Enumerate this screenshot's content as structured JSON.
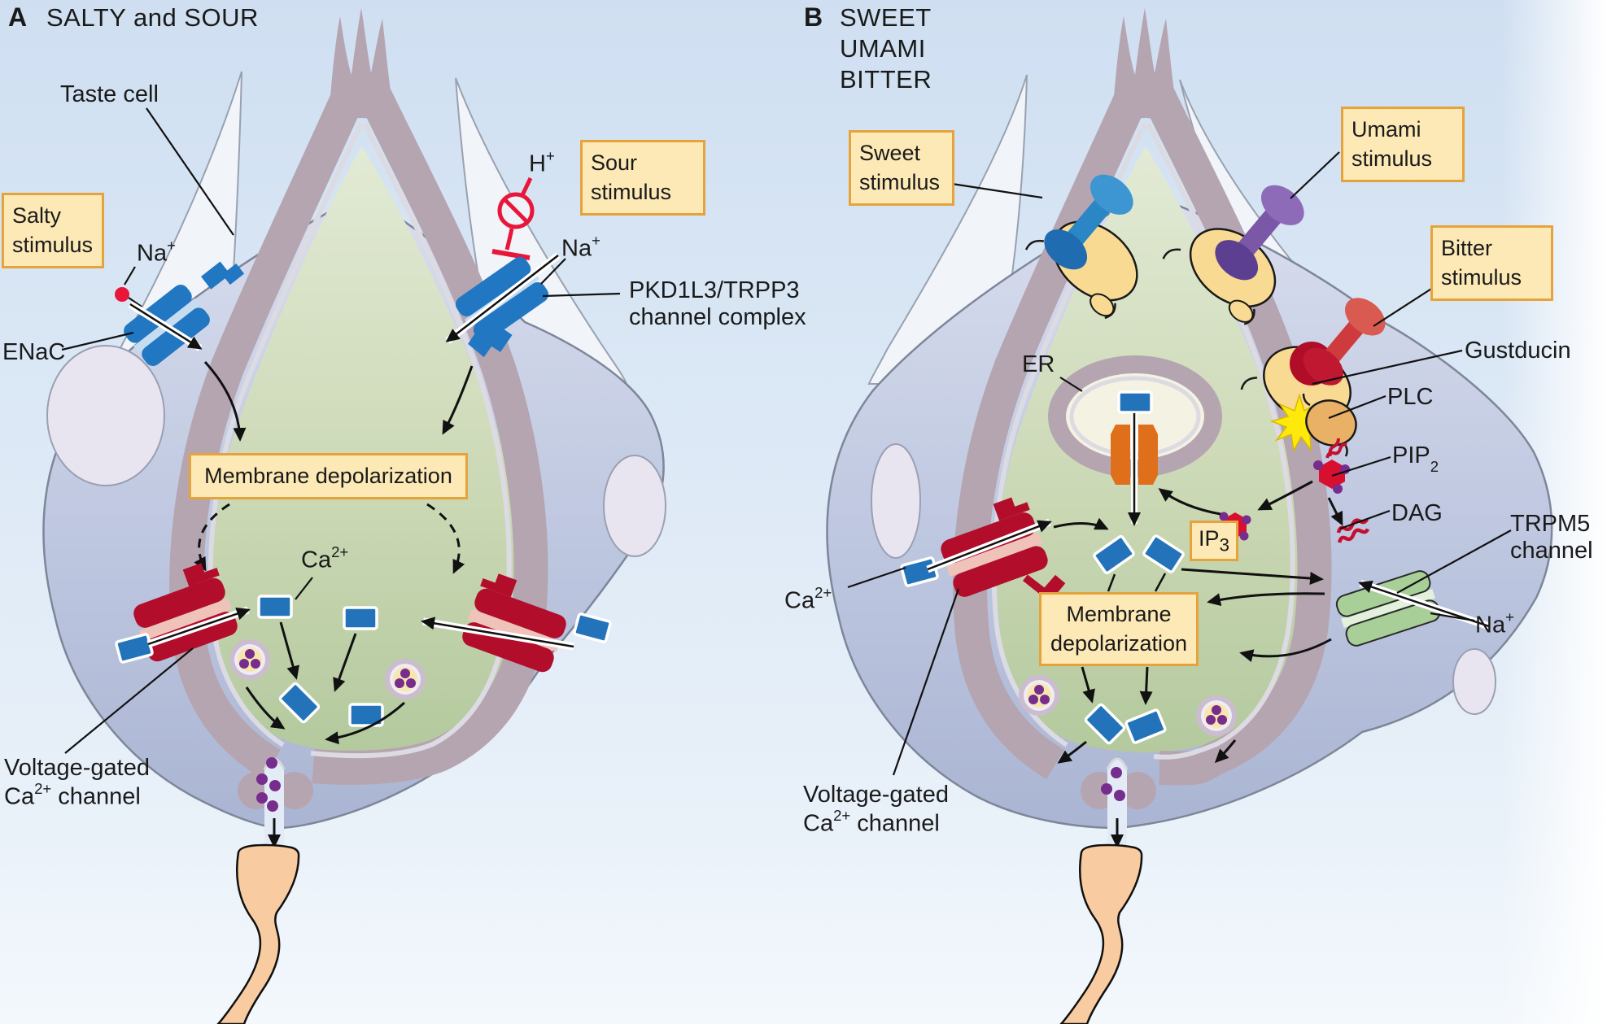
{
  "figure": {
    "type": "taste-transduction-diagram",
    "panel_count": 2
  },
  "shared": {
    "membrane_depolarization_full": "Membrane depolarization",
    "membrane_depolarization_line1": "Membrane",
    "membrane_depolarization_line2": "depolarization",
    "voltage_gated_line1": "Voltage-gated",
    "voltage_gated_ca_base": "Ca",
    "voltage_gated_ca_sup": "2+",
    "voltage_gated_line2_rest": " channel",
    "stimulus": "stimulus"
  },
  "ions": {
    "na_base": "Na",
    "na_sup": "+",
    "ca_base": "Ca",
    "ca_sup": "2+",
    "h_base": "H",
    "h_sup": "+"
  },
  "panelA": {
    "letter": "A",
    "title": "SALTY and SOUR",
    "taste_cell": "Taste cell",
    "salty_label": "Salty",
    "sour_label": "Sour",
    "enac": "ENaC",
    "pkd_line1": "PKD1L3/TRPP3",
    "pkd_line2": "channel complex"
  },
  "panelB": {
    "letter": "B",
    "title_line1": "SWEET",
    "title_line2": "UMAMI",
    "title_line3": "BITTER",
    "sweet_label": "Sweet",
    "umami_label": "Umami",
    "bitter_label": "Bitter",
    "gustducin": "Gustducin",
    "plc": "PLC",
    "pip_base": "PIP",
    "pip_sub": "2",
    "dag": "DAG",
    "ip_base": "IP",
    "ip_sub": "3",
    "er": "ER",
    "trpm5_line1": "TRPM5",
    "trpm5_line2": "channel"
  },
  "colors": {
    "background_blue": "#d6e3f2",
    "label_box_fill": "#fce9b6",
    "label_box_border": "#e6a33c",
    "membrane_mauve": "#b5a5b1",
    "membrane_highlight": "#dcdae2",
    "cytoplasm_green": "#ccd9b6",
    "cell_body_lavender": "#b7c0da",
    "adjacent_cell_white": "#f1f5fa",
    "ion_blue": "#2373bb",
    "blue_channel": "#2177c2",
    "red_channel": "#b30d2c",
    "green_channel": "#a9cf99",
    "orange_ip3_receptor": "#df6f1b",
    "vesicle_cream": "#f7e7af",
    "neurotransmitter_purple": "#772d8d",
    "nerve_peach": "#f8cba1",
    "inhibition_red": "#e8173a",
    "molecule_crimson": "#d90f30",
    "sweet_ligand": "#2b86c6",
    "umami_ligand": "#7b57a8",
    "bitter_ligand": "#cf3b3c",
    "receptor_cream": "#f8da92",
    "plc_tan": "#e9b166",
    "starburst_yellow": "#ffe90a"
  }
}
